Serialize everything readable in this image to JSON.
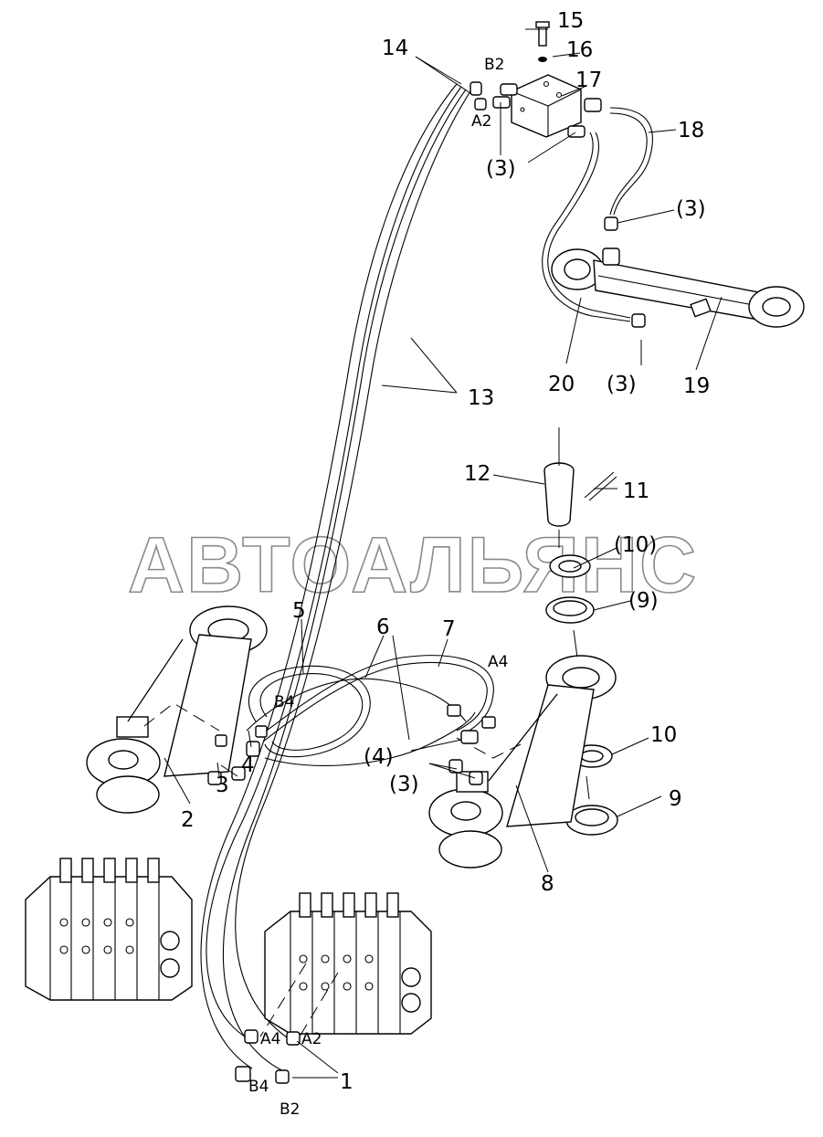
{
  "watermark": "АВТОАЛЬЯНС",
  "callouts": {
    "c1": "1",
    "c2": "2",
    "c3a": "3",
    "c3b": "(3)",
    "c3c": "(3)",
    "c3d": "(3)",
    "c3e": "(3)",
    "c4a": "4",
    "c4b": "(4)",
    "c5": "5",
    "c6": "6",
    "c7": "7",
    "c8": "8",
    "c9a": "9",
    "c9b": "(9)",
    "c10a": "10",
    "c10b": "(10)",
    "c11": "11",
    "c12": "12",
    "c13": "13",
    "c14": "14",
    "c15": "15",
    "c16": "16",
    "c17": "17",
    "c18": "18",
    "c19": "19",
    "c20": "20"
  },
  "port_labels": {
    "b2_top": "B2",
    "a2_top": "A2",
    "b4_mid": "B4",
    "a4_mid": "A4",
    "a4_bot": "A4",
    "a2_bot": "A2",
    "b4_bot": "B4",
    "b2_bot": "B2"
  }
}
